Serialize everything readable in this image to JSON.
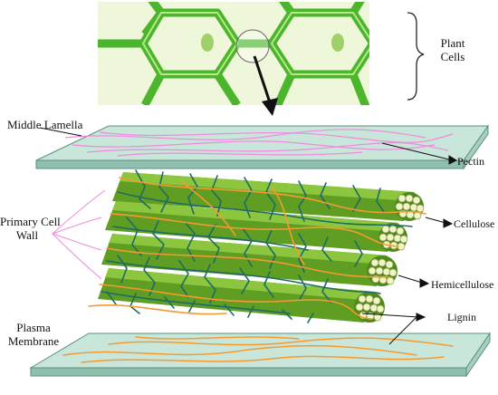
{
  "labels": {
    "plant_cells_line1": "Plant",
    "plant_cells_line2": "Cells",
    "middle_lamella": "Middle Lamella",
    "pectin": "Pectin",
    "primary_wall_line1": "Primary Cell",
    "primary_wall_line2": "Wall",
    "cellulose": "Cellulose",
    "hemicellulose": "Hemicellulose",
    "lignin": "Lignin",
    "plasma_line1": "Plasma",
    "plasma_line2": "Membrane"
  },
  "colors": {
    "cell_wall": "#4bb52b",
    "cell_wall_light": "#9ddc6f",
    "cell_fill": "#eef7d9",
    "nucleus": "#9fd06a",
    "plate_fill": "#c9e6da",
    "plate_edge": "#5c8f7c",
    "pectin": "#f08adf",
    "cellulose": "#5f9e23",
    "cellulose_light": "#8cc63f",
    "cellulose_end": "#f1f4c9",
    "hemicellulose": "#1f6b63",
    "lignin": "#f59a2f"
  }
}
